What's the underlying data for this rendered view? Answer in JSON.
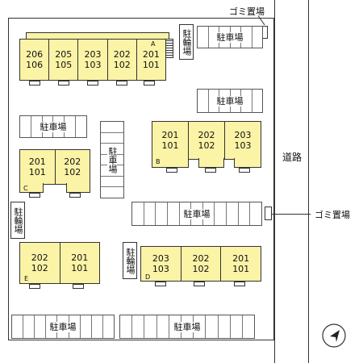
{
  "labels": {
    "parking": "駐車場",
    "bicycle": "駐輪場",
    "garbage": "ゴミ置場",
    "road": "道路"
  },
  "buildings": {
    "A": {
      "tag": "A",
      "units": [
        {
          "top": "206",
          "bottom": "106"
        },
        {
          "top": "205",
          "bottom": "105"
        },
        {
          "top": "203",
          "bottom": "103"
        },
        {
          "top": "202",
          "bottom": "102"
        },
        {
          "top": "201",
          "bottom": "101"
        }
      ]
    },
    "B": {
      "tag": "B",
      "units": [
        {
          "top": "201",
          "bottom": "101"
        },
        {
          "top": "202",
          "bottom": "102"
        },
        {
          "top": "203",
          "bottom": "103"
        }
      ]
    },
    "C": {
      "tag": "C",
      "units": [
        {
          "top": "201",
          "bottom": "101"
        },
        {
          "top": "202",
          "bottom": "102"
        }
      ]
    },
    "D": {
      "tag": "D",
      "units": [
        {
          "top": "203",
          "bottom": "103"
        },
        {
          "top": "202",
          "bottom": "102"
        },
        {
          "top": "201",
          "bottom": "101"
        }
      ]
    },
    "E": {
      "tag": "E",
      "units": [
        {
          "top": "202",
          "bottom": "102"
        },
        {
          "top": "201",
          "bottom": "101"
        }
      ]
    }
  },
  "compass": {
    "icon": "north-arrow-icon"
  }
}
